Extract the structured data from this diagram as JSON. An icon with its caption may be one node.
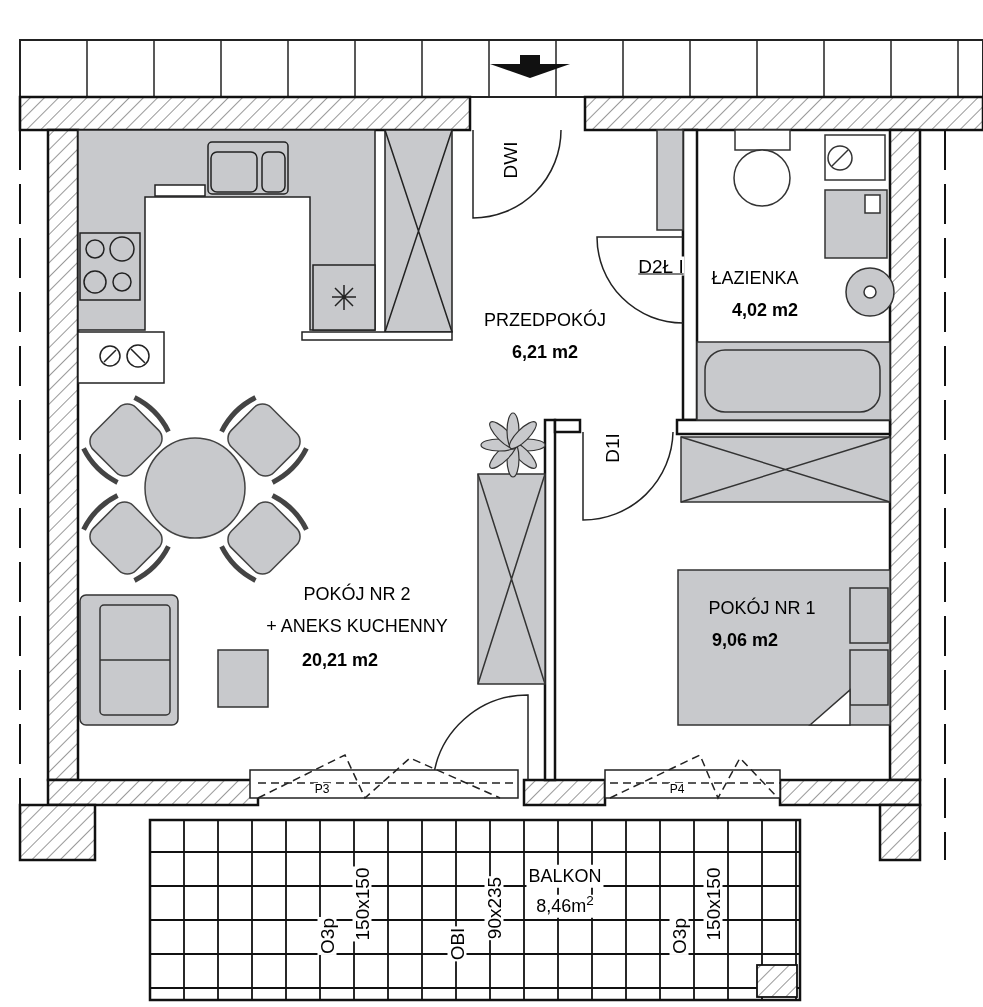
{
  "diagram": {
    "nodes": [
      {
        "text": [
          "PRZEDPOKÓJ",
          "6,21 m2"
        ]
      },
      {
        "text": [
          "ŁAZIENKA",
          "4,02 m2"
        ]
      },
      {
        "text": [
          "POKÓJ NR 2",
          "+ ANEKS KUCHENNY",
          "20,21 m2"
        ]
      },
      {
        "text": [
          "POKÓJ NR 1",
          "9,06 m2"
        ]
      },
      {
        "text": [
          "BALKON",
          "8,46m$^{2}$"
        ]
      }
    ],
    "labels": [
      "DWI",
      "D2Ł I",
      "D1I",
      "P3",
      "P4",
      "O3p",
      "150x150",
      "OBI",
      "90x235",
      "O3p",
      "150x150"
    ]
  }
}
